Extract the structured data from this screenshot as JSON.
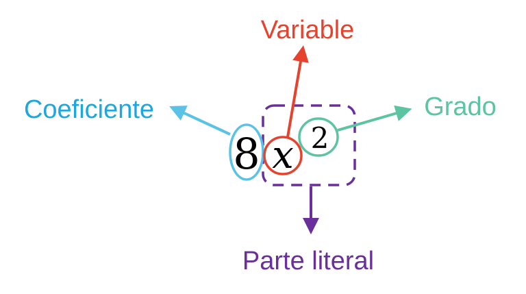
{
  "diagram": {
    "expression": {
      "coefficient": "8",
      "variable": "x",
      "exponent": "2"
    },
    "labels": {
      "variable": "Variable",
      "coefficient": "Coeficiente",
      "degree": "Grado",
      "literal_part": "Parte literal"
    },
    "colors": {
      "variable": "#e5432e",
      "coefficient": "#5bc2e7",
      "coefficient_text": "#1ea7de",
      "degree": "#5cc4a3",
      "literal_part": "#6a2f9a",
      "text": "#000000"
    }
  }
}
